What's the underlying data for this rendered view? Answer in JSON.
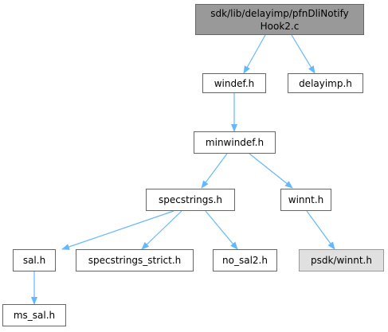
{
  "graph": {
    "nodes": {
      "root": "sdk/lib/delayimp/pfnDliNotify Hook2.c",
      "windef": "windef.h",
      "delayimp": "delayimp.h",
      "minwindef": "minwindef.h",
      "specstrings": "specstrings.h",
      "winnt": "winnt.h",
      "sal": "sal.h",
      "specstrings_strict": "specstrings_strict.h",
      "no_sal2": "no_sal2.h",
      "psdk_winnt": "psdk/winnt.h",
      "ms_sal": "ms_sal.h"
    },
    "colors": {
      "edge": "#63b8ff",
      "root_fill": "#999999",
      "external_fill": "#e0e0e0",
      "border": "#666666"
    }
  }
}
